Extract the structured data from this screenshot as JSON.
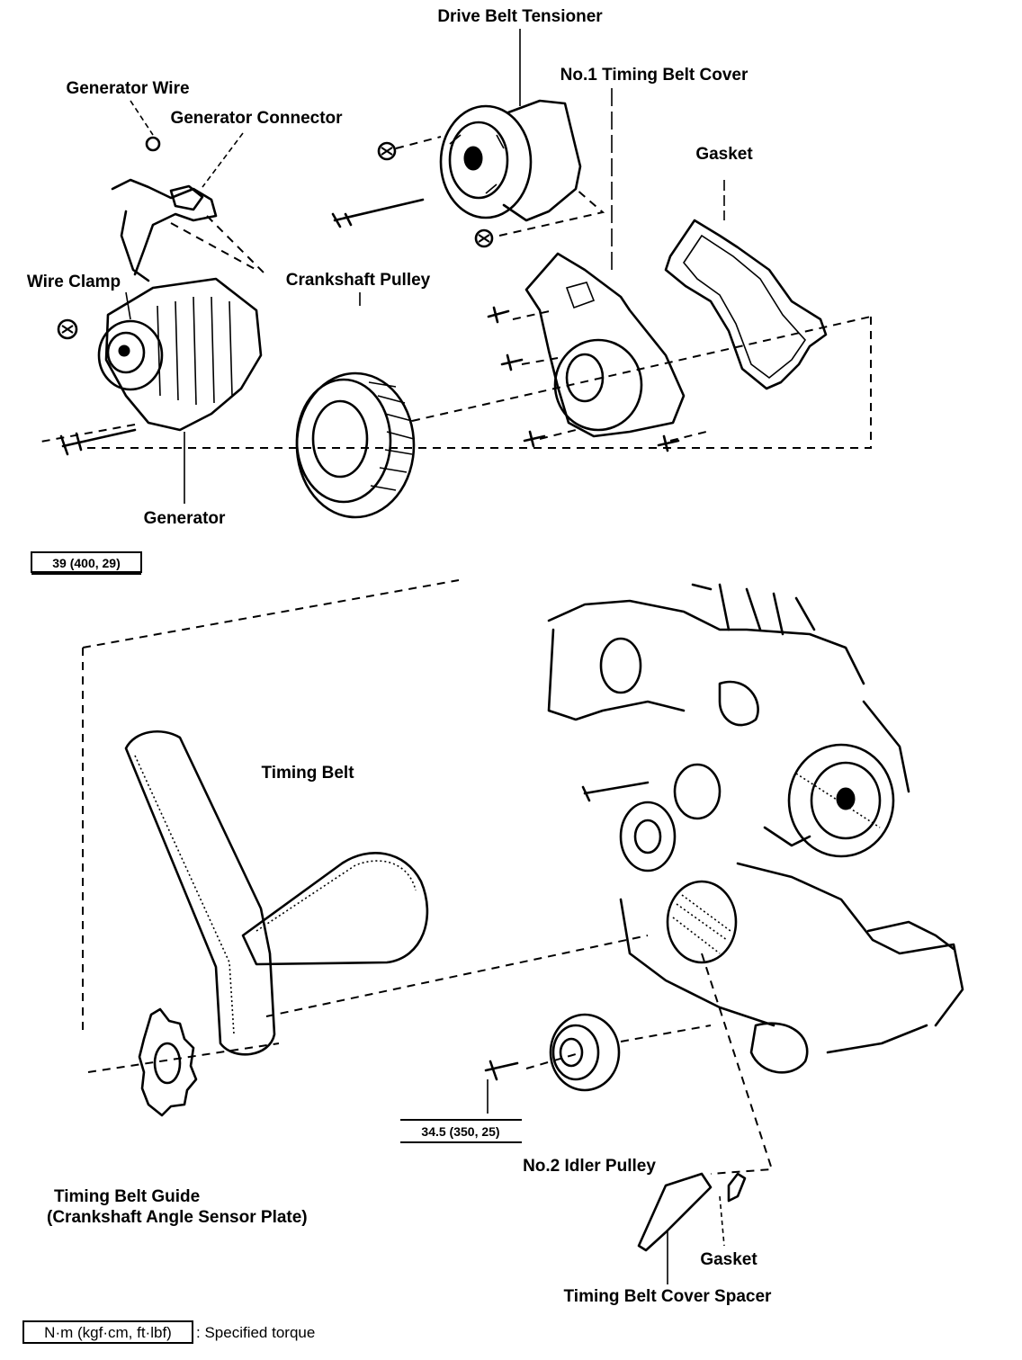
{
  "labels": {
    "drive_belt_tensioner": "Drive Belt Tensioner",
    "no1_timing_belt_cover": "No.1 Timing Belt Cover",
    "generator_wire": "Generator Wire",
    "generator_connector": "Generator Connector",
    "gasket_upper": "Gasket",
    "wire_clamp": "Wire Clamp",
    "crankshaft_pulley": "Crankshaft Pulley",
    "generator": "Generator",
    "timing_belt": "Timing Belt",
    "no2_idler_pulley": "No.2 Idler Pulley",
    "timing_belt_guide_line1": "Timing Belt Guide",
    "timing_belt_guide_line2": "(Crankshaft Angle Sensor Plate)",
    "gasket_lower": "Gasket",
    "timing_belt_cover_spacer": "Timing Belt Cover Spacer"
  },
  "torque_specs": {
    "generator_bolt": "39 (400, 29)",
    "idler_pulley_bolt": "34.5 (350, 25)"
  },
  "legend": {
    "units": "N·m (kgf·cm, ft·lbf)",
    "description": ": Specified torque"
  }
}
